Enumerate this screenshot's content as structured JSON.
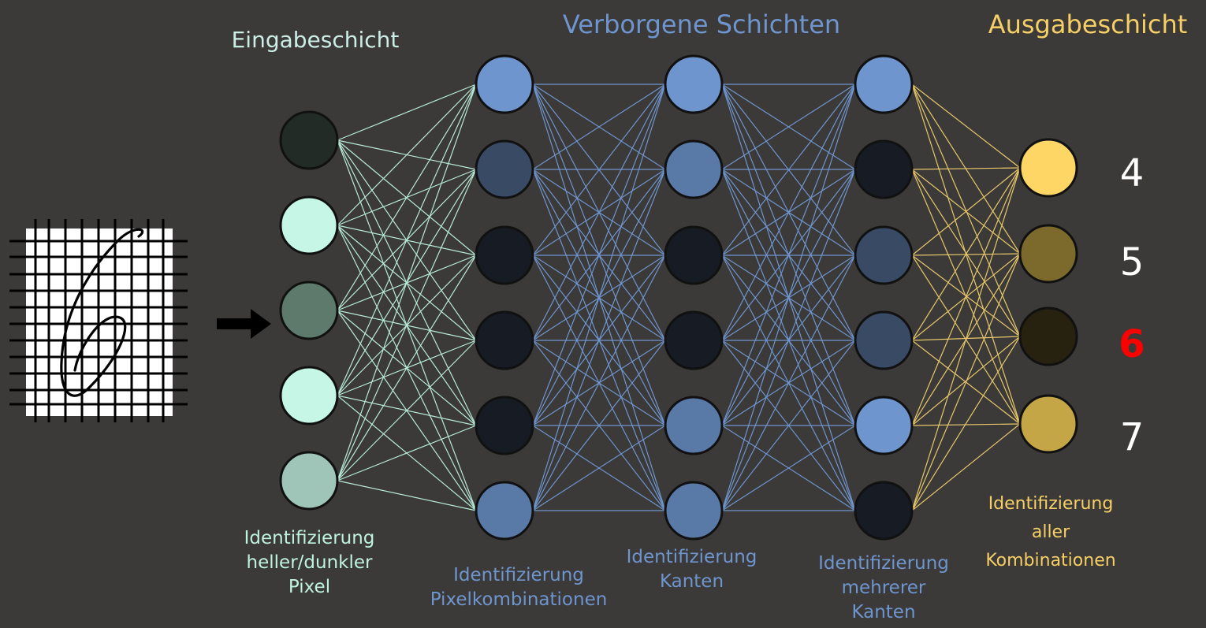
{
  "layers": {
    "input": {
      "title": "Eingabeschicht",
      "description": [
        "Identifizierung",
        "heller/dunkler",
        "Pixel"
      ]
    },
    "hidden": {
      "title": "Verborgene Schichten"
    },
    "output": {
      "title": "Ausgabeschicht",
      "description": [
        "Identifizierung",
        "aller",
        "Kombinationen"
      ]
    }
  },
  "hidden_descriptions": [
    [
      "Identifizierung",
      "Pixelkombinationen"
    ],
    [
      "Identifizierung",
      "Kanten"
    ],
    [
      "Identifizierung",
      "mehrerer",
      "Kanten"
    ]
  ],
  "output_digits": [
    "4",
    "5",
    "6",
    "7"
  ],
  "highlighted_digit": "6",
  "colors": {
    "background": "#3b3a38",
    "input_accent": "#c6f7e6",
    "hidden_accent": "#6f95cf",
    "output_accent": "#f6cf66",
    "highlight": "#ff0000",
    "input_edges": "#b8ead8",
    "hidden_edges": "#6f95cf",
    "output_edges": "#e8c86a"
  },
  "node_fills": {
    "input": [
      "#232b27",
      "#c6f7e6",
      "#5e7a6d",
      "#c6f7e6",
      "#9ec5b8"
    ],
    "hidden1": [
      "#6f95cf",
      "#394a64",
      "#161b24",
      "#161b24",
      "#161b24",
      "#5979a6"
    ],
    "hidden2": [
      "#6f95cf",
      "#5979a6",
      "#161b24",
      "#161b24",
      "#5979a6",
      "#5979a6"
    ],
    "hidden3": [
      "#6f95cf",
      "#161b24",
      "#394a64",
      "#394a64",
      "#6f95cf",
      "#161b24"
    ],
    "output": [
      "#fdd666",
      "#7b6a2c",
      "#27220f",
      "#c4a646"
    ]
  },
  "icons": [
    "handwritten-digit-grid-icon",
    "arrow-right-icon"
  ]
}
